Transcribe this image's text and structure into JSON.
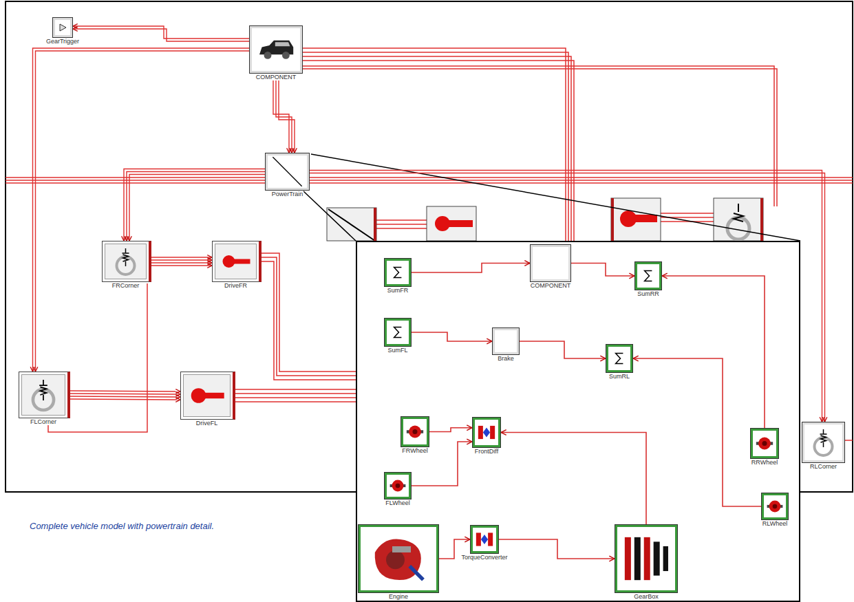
{
  "diagram": {
    "caption": "Complete vehicle model with powertrain detail.",
    "nodes": [
      {
        "text": [
          "GearTrigger"
        ]
      },
      {
        "text": [
          "COMPONENT"
        ]
      },
      {
        "text": [
          "PowerTrain"
        ]
      },
      {
        "text": [
          "FRCorner"
        ]
      },
      {
        "text": [
          "DriveFR"
        ]
      },
      {
        "text": [
          "FLCorner"
        ]
      },
      {
        "text": [
          "DriveFL"
        ]
      },
      {
        "text": [
          "RLCorner"
        ]
      },
      {
        "text": [
          "SumFR"
        ]
      },
      {
        "text": [
          "SumFL"
        ]
      },
      {
        "text": [
          "COMPONENT"
        ]
      },
      {
        "text": [
          "SumRR"
        ]
      },
      {
        "text": [
          "Brake"
        ]
      },
      {
        "text": [
          "SumRL"
        ]
      },
      {
        "text": [
          "FRWheel"
        ]
      },
      {
        "text": [
          "FrontDiff"
        ]
      },
      {
        "text": [
          "FLWheel"
        ]
      },
      {
        "text": [
          "RRWheel"
        ]
      },
      {
        "text": [
          "RLWheel"
        ]
      },
      {
        "text": [
          "Engine"
        ]
      },
      {
        "text": [
          "TorqueConverter"
        ]
      },
      {
        "text": [
          "GearBox"
        ]
      }
    ],
    "edges": [
      {
        "from": 1,
        "to": 0,
        "arrow": "to"
      },
      {
        "from": 1,
        "to": 2,
        "arrow": "to"
      },
      {
        "from": 2,
        "to": 3,
        "arrow": "to"
      },
      {
        "from": 3,
        "to": 4,
        "arrow": "to"
      },
      {
        "from": 1,
        "to": 5,
        "arrow": "to"
      },
      {
        "from": 5,
        "to": 6,
        "arrow": "to"
      },
      {
        "from": 2,
        "to": 7,
        "arrow": "to"
      },
      {
        "from": 8,
        "to": 10,
        "arrow": "to"
      },
      {
        "from": 9,
        "to": 12,
        "arrow": "to"
      },
      {
        "from": 10,
        "to": 11,
        "arrow": "to"
      },
      {
        "from": 12,
        "to": 13,
        "arrow": "to"
      },
      {
        "from": 14,
        "to": 15,
        "arrow": "to"
      },
      {
        "from": 16,
        "to": 15,
        "arrow": "to"
      },
      {
        "from": 19,
        "to": 20,
        "arrow": "to"
      },
      {
        "from": 20,
        "to": 21,
        "arrow": "to"
      },
      {
        "from": 21,
        "to": 15,
        "arrow": "to"
      },
      {
        "from": 17,
        "to": 11,
        "arrow": "to"
      },
      {
        "from": 18,
        "to": 13,
        "arrow": "to"
      }
    ]
  }
}
